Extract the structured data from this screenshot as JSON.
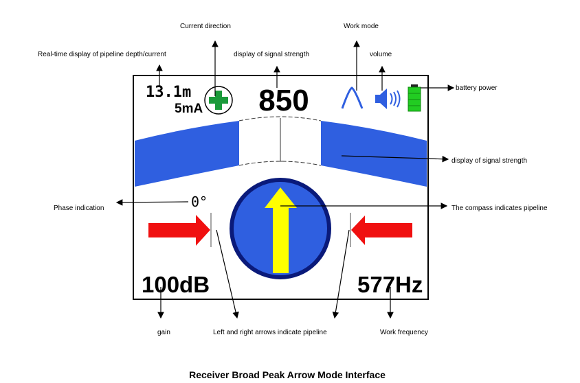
{
  "screen": {
    "depth": "13.1m",
    "current": "5mA",
    "signal_strength": "850",
    "phase": "0°",
    "gain": "100dB",
    "frequency": "577Hz"
  },
  "annotations": {
    "current_direction": "Current direction",
    "work_mode": "Work mode",
    "depth_current": "Real-time display of  pipeline depth/current",
    "signal_strength_top": "display of signal strength",
    "volume": "volume",
    "battery": "battery power",
    "signal_strength_bar": "display of signal strength",
    "phase": "Phase indication",
    "compass": "The compass indicates pipeline",
    "gain": "gain",
    "lr_arrows": "Left and right arrows indicate pipeline",
    "work_frequency": "Work frequency"
  },
  "caption": "Receiver Broad Peak Arrow Mode Interface",
  "colors": {
    "blue": "#2f5fe0",
    "navy": "#0a1a7a",
    "red": "#f01010",
    "yellow": "#ffff00",
    "green": "#22cc22"
  }
}
